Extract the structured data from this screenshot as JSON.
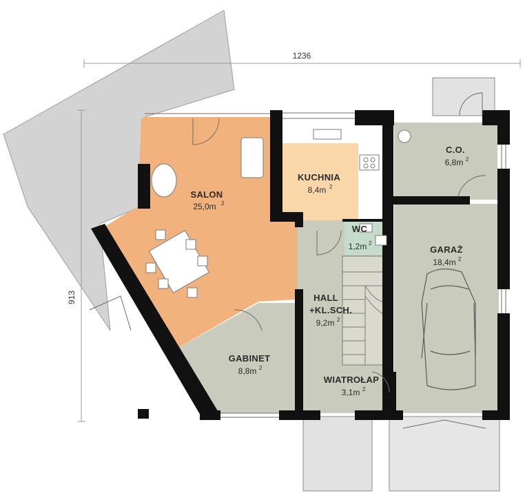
{
  "dimensions": {
    "width": "1236",
    "depth": "913"
  },
  "rooms": [
    {
      "id": "salon",
      "name": "SALON",
      "area": "25,0m",
      "unit_sup": "2"
    },
    {
      "id": "kuchnia",
      "name": "KUCHNIA",
      "area": "8,4m",
      "unit_sup": "2"
    },
    {
      "id": "wc",
      "name": "WC",
      "area": "1,2m",
      "unit_sup": "2"
    },
    {
      "id": "co",
      "name": "C.O.",
      "area": "6,8m",
      "unit_sup": "2"
    },
    {
      "id": "garaz",
      "name": "GARAŻ",
      "area": "18,4m",
      "unit_sup": "2"
    },
    {
      "id": "hall",
      "name": "HALL",
      "name2": "+KL.SCH.",
      "area": "9,2m",
      "unit_sup": "2"
    },
    {
      "id": "gabinet",
      "name": "GABINET",
      "area": "8,8m",
      "unit_sup": "2"
    },
    {
      "id": "wiatrolap",
      "name": "WIATROŁAP",
      "area": "3,1m",
      "unit_sup": "2"
    }
  ],
  "colors": {
    "salon": "#f2b27e",
    "kuchnia": "#fad7a8",
    "grey_room": "#c9cbbd",
    "wc": "#c6dccb",
    "terrace": "#d3d3d3",
    "wall": "#111111"
  }
}
